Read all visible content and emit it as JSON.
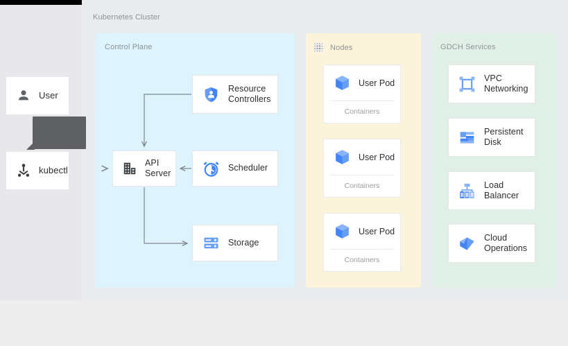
{
  "canvas": {
    "cluster_title": "Kubernetes Cluster",
    "background": "#e9ecee",
    "left_panel_background": "#e8e8ec"
  },
  "tooltip": {
    "text": "",
    "color": "#5f6061"
  },
  "entities": [
    {
      "id": "user",
      "label": "User",
      "icon": "person-icon",
      "icon_color": "#5f6368"
    },
    {
      "id": "kubectl",
      "label": "kubectl",
      "icon": "kubectl-icon",
      "icon_color": "#3c4043"
    }
  ],
  "groups": [
    {
      "id": "control-plane",
      "label": "Control Plane",
      "color": "#ddf3fd",
      "icon": null,
      "nodes": [
        {
          "id": "resource-controllers",
          "label": "Resource\nControllers",
          "icon": "shield-person-icon",
          "icon_color": "#4285f4"
        },
        {
          "id": "api-server",
          "label": "API\nServer",
          "icon": "api-server-icon",
          "icon_color": "#3c4043"
        },
        {
          "id": "scheduler",
          "label": "Scheduler",
          "icon": "alarm-clock-icon",
          "icon_color": "#4285f4"
        },
        {
          "id": "storage",
          "label": "Storage",
          "icon": "storage-icon",
          "icon_color": "#669df6"
        }
      ]
    },
    {
      "id": "nodes",
      "label": "Nodes",
      "color": "#fcf4da",
      "icon": "dot-grid-icon",
      "icon_color": "#669df6",
      "pods": [
        {
          "id": "pod-1",
          "label": "User Pod",
          "footer": "Containers",
          "icon": "cube-icon",
          "icon_color": "#4285f4"
        },
        {
          "id": "pod-2",
          "label": "User Pod",
          "footer": "Containers",
          "icon": "cube-icon",
          "icon_color": "#4285f4"
        },
        {
          "id": "pod-3",
          "label": "User Pod",
          "footer": "Containers",
          "icon": "cube-icon",
          "icon_color": "#4285f4"
        }
      ]
    },
    {
      "id": "gdch-services",
      "label": "GDCH Services",
      "color": "#e1f0e7",
      "icon": null,
      "services": [
        {
          "id": "vpc-networking",
          "label": "VPC\nNetworking",
          "icon": "vpc-network-icon",
          "icon_color": "#669df6"
        },
        {
          "id": "persistent-disk",
          "label": "Persistent\nDisk",
          "icon": "persistent-disk-icon",
          "icon_color": "#669df6"
        },
        {
          "id": "load-balancer",
          "label": "Load\nBalancer",
          "icon": "load-balancer-icon",
          "icon_color": "#669df6"
        },
        {
          "id": "cloud-operations",
          "label": "Cloud\nOperations",
          "icon": "cloud-ops-icon",
          "icon_color": "#4285f4"
        }
      ]
    }
  ],
  "connections": [
    {
      "from": "kubectl",
      "to": "api-server",
      "direction": "forward"
    },
    {
      "from": "resource-controllers",
      "to": "api-server",
      "direction": "forward"
    },
    {
      "from": "scheduler",
      "to": "api-server",
      "direction": "forward"
    },
    {
      "from": "api-server",
      "to": "storage",
      "direction": "forward"
    }
  ],
  "style": {
    "connector_color": "#80868b"
  }
}
